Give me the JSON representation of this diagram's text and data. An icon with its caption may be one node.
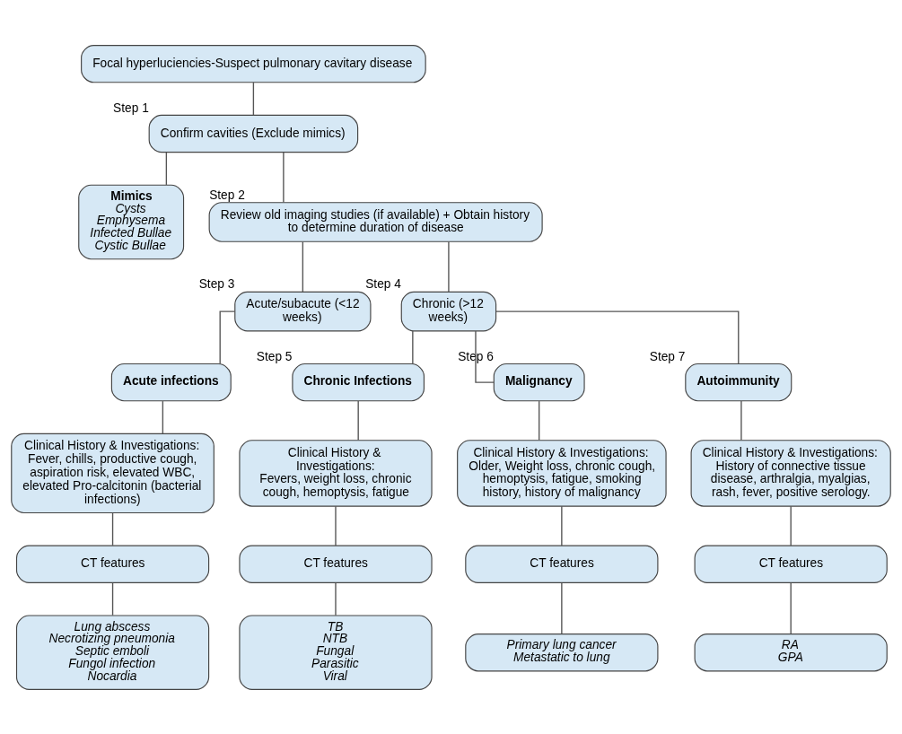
{
  "diagram": {
    "nodes": [
      {
        "text": [
          "Focal hyperluciencies-Suspect pulmonary cavitary disease"
        ]
      },
      {
        "text": [
          "Confirm cavities (Exclude mimics)"
        ],
        "beside": [
          "Step 1"
        ]
      },
      {
        "text": [
          "Mimics",
          "Cysts",
          "Emphysema",
          "Infected Bullae",
          "Cystic Bullae"
        ]
      },
      {
        "text": [
          "Review old imaging studies (if available) + Obtain history to determine duration of disease"
        ],
        "beside": [
          "Step 2"
        ]
      },
      {
        "text": [
          "Acute/subacute (<12 weeks)"
        ],
        "beside": [
          "Step 3"
        ]
      },
      {
        "text": [
          "Chronic (>12 weeks)"
        ],
        "beside": [
          "Step 4"
        ]
      },
      {
        "text": [
          "Acute infections"
        ]
      },
      {
        "text": [
          "Chronic Infections"
        ],
        "beside": [
          "Step 5"
        ]
      },
      {
        "text": [
          "Malignancy"
        ],
        "beside": [
          "Step 6"
        ]
      },
      {
        "text": [
          "Autoimmunity"
        ],
        "beside": [
          "Step 7"
        ]
      },
      {
        "text": [
          "Clinical History & Investigations: Fever, chills, productive cough, aspiration risk, elevated WBC, elevated Pro-calcitonin (bacterial infections)"
        ]
      },
      {
        "text": [
          "Clinical History & Investigations:",
          "Fevers, weight loss, chronic cough, hemoptysis, fatigue"
        ]
      },
      {
        "text": [
          "Clinical History & Investigations: Older, Weight loss, chronic cough, hemoptysis, fatigue, smoking history, history of malignancy"
        ]
      },
      {
        "text": [
          "Clinical History & Investigations: History of connective tissue disease, arthralgia, myalgias, rash, fever, positive serology."
        ]
      },
      {
        "text": [
          "CT features"
        ]
      },
      {
        "text": [
          "CT features"
        ]
      },
      {
        "text": [
          "CT features"
        ]
      },
      {
        "text": [
          "CT features"
        ]
      },
      {
        "text": [
          "Lung abscess",
          "Necrotizing pneumonia",
          "Septic emboli",
          "Fungol infection",
          "Nocardia"
        ]
      },
      {
        "text": [
          "TB",
          "NTB",
          "Fungal",
          "Parasitic",
          "Viral"
        ]
      },
      {
        "text": [
          "Primary lung cancer",
          "Metastatic to lung"
        ]
      },
      {
        "text": [
          "RA",
          "GPA"
        ]
      }
    ],
    "edges": [
      {
        "from": 0,
        "to": 1,
        "arrow": "none"
      },
      {
        "from": 1,
        "to": 2,
        "arrow": "none"
      },
      {
        "from": 1,
        "to": 3,
        "arrow": "none"
      },
      {
        "from": 3,
        "to": 4,
        "arrow": "none"
      },
      {
        "from": 3,
        "to": 5,
        "arrow": "none"
      },
      {
        "from": 4,
        "to": 6,
        "arrow": "none"
      },
      {
        "from": 5,
        "to": 7,
        "arrow": "none"
      },
      {
        "from": 5,
        "to": 8,
        "arrow": "none"
      },
      {
        "from": 5,
        "to": 9,
        "arrow": "none"
      },
      {
        "from": 6,
        "to": 10,
        "arrow": "none"
      },
      {
        "from": 7,
        "to": 11,
        "arrow": "none"
      },
      {
        "from": 8,
        "to": 12,
        "arrow": "none"
      },
      {
        "from": 9,
        "to": 13,
        "arrow": "none"
      },
      {
        "from": 10,
        "to": 14,
        "arrow": "none"
      },
      {
        "from": 11,
        "to": 15,
        "arrow": "none"
      },
      {
        "from": 12,
        "to": 16,
        "arrow": "none"
      },
      {
        "from": 13,
        "to": 17,
        "arrow": "none"
      },
      {
        "from": 14,
        "to": 18,
        "arrow": "none"
      },
      {
        "from": 15,
        "to": 19,
        "arrow": "none"
      },
      {
        "from": 16,
        "to": 20,
        "arrow": "none"
      },
      {
        "from": 17,
        "to": 21,
        "arrow": "none"
      }
    ]
  }
}
